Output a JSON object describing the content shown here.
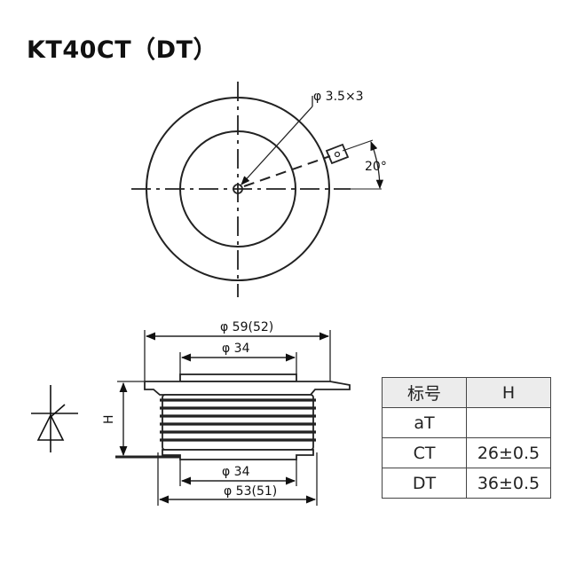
{
  "title": "KT40CT（DT）",
  "top_view": {
    "hole_label": "φ 3.5×3",
    "angle_label": "20°"
  },
  "side_view": {
    "outer_top_label": "φ 59(52)",
    "inner_top_label": "φ 34",
    "inner_bottom_label": "φ 34",
    "outer_bottom_label": "φ 53(51)",
    "height_label": "H"
  },
  "table": {
    "headers": [
      "标号",
      "H"
    ],
    "rows": [
      [
        "aT",
        ""
      ],
      [
        "CT",
        "26±0.5"
      ],
      [
        "DT",
        "36±0.5"
      ]
    ]
  }
}
